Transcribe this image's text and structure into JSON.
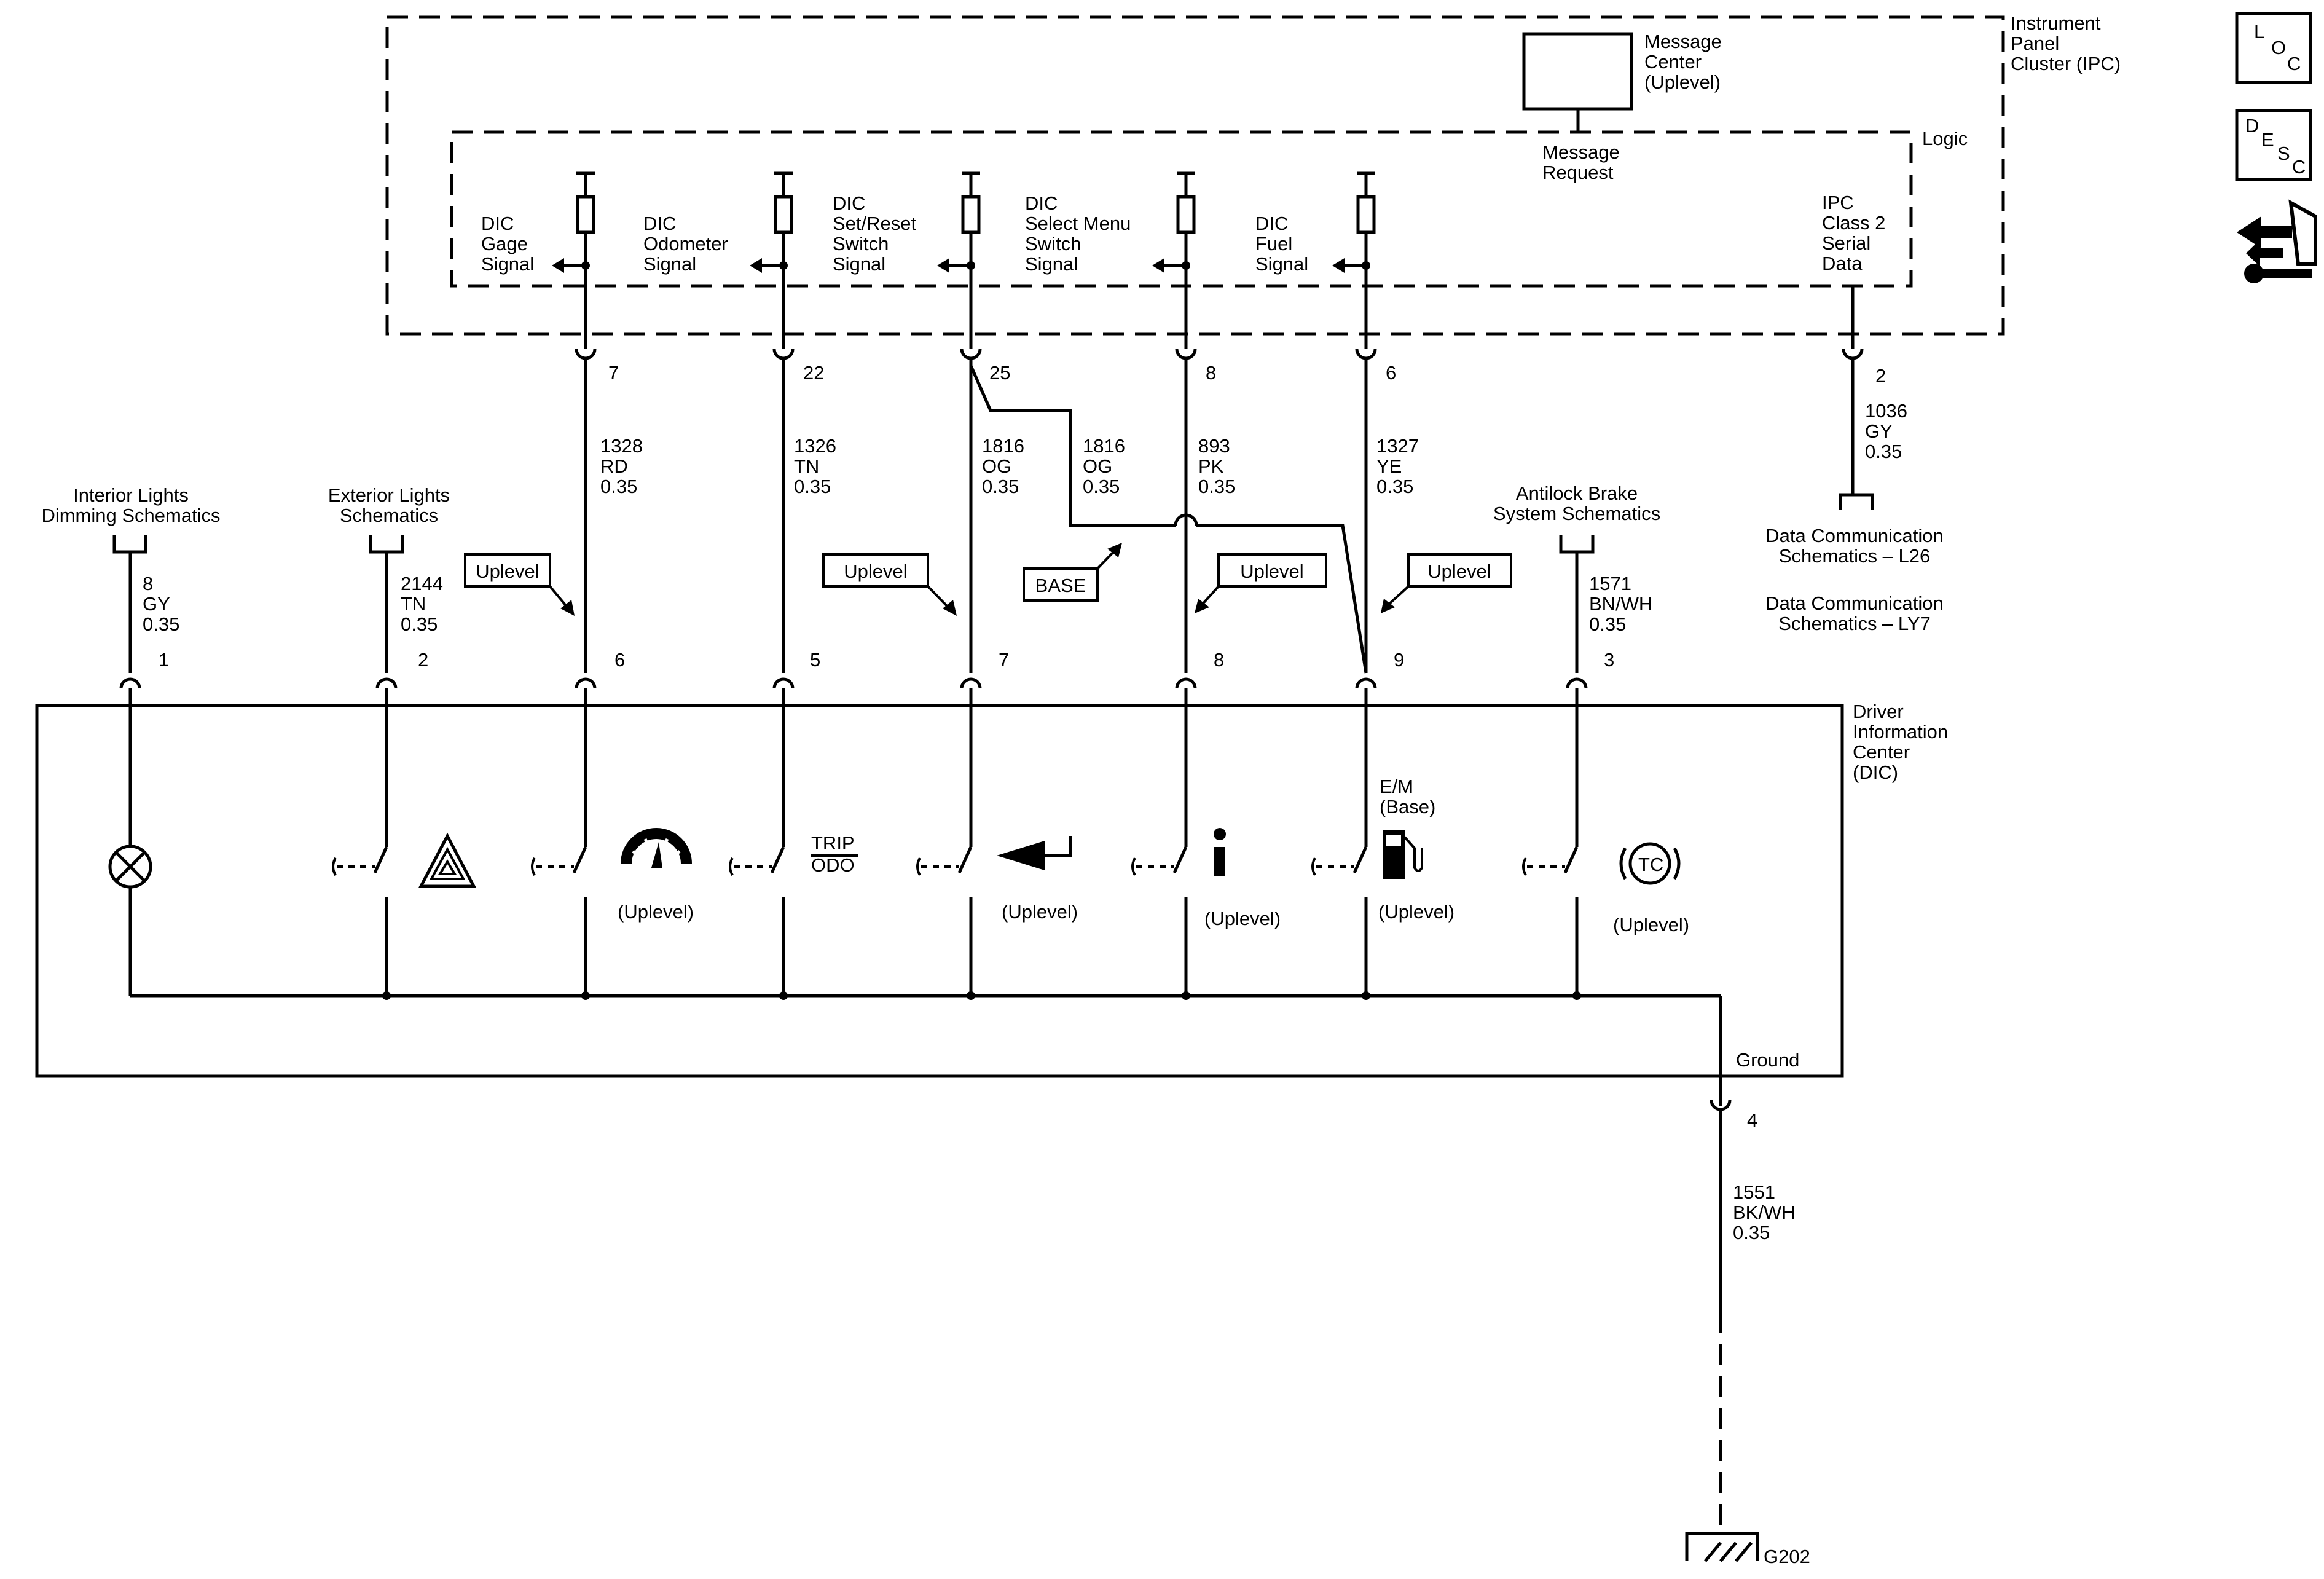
{
  "ipc": {
    "title": [
      "Instrument",
      "Panel",
      "Cluster (IPC)"
    ],
    "logic_label": "Logic",
    "message_center": [
      "Message",
      "Center",
      "(Uplevel)"
    ],
    "message_request": [
      "Message",
      "Request"
    ],
    "ipc_serial": [
      "IPC",
      "Class 2",
      "Serial",
      "Data"
    ]
  },
  "signals": [
    {
      "label": [
        "DIC",
        "Gage",
        "Signal"
      ],
      "ipc_pin": "7",
      "wire": [
        "1328",
        "RD",
        "0.35"
      ],
      "dic_pin": "6"
    },
    {
      "label": [
        "DIC",
        "Odometer",
        "Signal"
      ],
      "ipc_pin": "22",
      "wire": [
        "1326",
        "TN",
        "0.35"
      ],
      "dic_pin": "5"
    },
    {
      "label": [
        "DIC",
        "Set/Reset",
        "Switch",
        "Signal"
      ],
      "ipc_pin": "25",
      "wire": [
        "1816",
        "OG",
        "0.35"
      ],
      "dic_pin": "7"
    },
    {
      "label": [
        "DIC",
        "Select Menu",
        "Switch",
        "Signal"
      ],
      "ipc_pin": "8",
      "wire": [
        "893",
        "PK",
        "0.35"
      ],
      "dic_pin": "8"
    },
    {
      "label": [
        "DIC",
        "Fuel",
        "Signal"
      ],
      "ipc_pin": "6",
      "wire": [
        "1327",
        "YE",
        "0.35"
      ],
      "dic_pin": "9"
    }
  ],
  "base_wire": [
    "1816",
    "OG",
    "0.35"
  ],
  "serial": {
    "pin": "2",
    "wire": [
      "1036",
      "GY",
      "0.35"
    ]
  },
  "data_comm": [
    [
      "Data Communication",
      "Schematics – L26"
    ],
    [
      "Data Communication",
      "Schematics – LY7"
    ]
  ],
  "ext": {
    "interior": {
      "label": [
        "Interior Lights",
        "Dimming Schematics"
      ],
      "wire": [
        "8",
        "GY",
        "0.35"
      ],
      "pin": "1"
    },
    "exterior": {
      "label": [
        "Exterior Lights",
        "Schematics"
      ],
      "wire": [
        "2144",
        "TN",
        "0.35"
      ],
      "pin": "2"
    },
    "abs": {
      "label": [
        "Antilock Brake",
        "System Schematics"
      ],
      "wire": [
        "1571",
        "BN/WH",
        "0.35"
      ],
      "pin": "3"
    }
  },
  "option_tags": {
    "uplevel": "Uplevel",
    "base": "BASE"
  },
  "dic": {
    "title": [
      "Driver",
      "Information",
      "Center",
      "(DIC)"
    ],
    "uplevel_note": "(Uplevel)",
    "trip": "TRIP",
    "odo": "ODO",
    "em": [
      "E/M",
      "(Base)"
    ],
    "ground_label": "Ground"
  },
  "ground": {
    "pin": "4",
    "wire": [
      "1551",
      "BK/WH",
      "0.35"
    ],
    "name": "G202"
  },
  "side_icons": {
    "loc": [
      "L",
      "O",
      "C"
    ],
    "desc": [
      "D",
      "E",
      "S",
      "C"
    ]
  }
}
